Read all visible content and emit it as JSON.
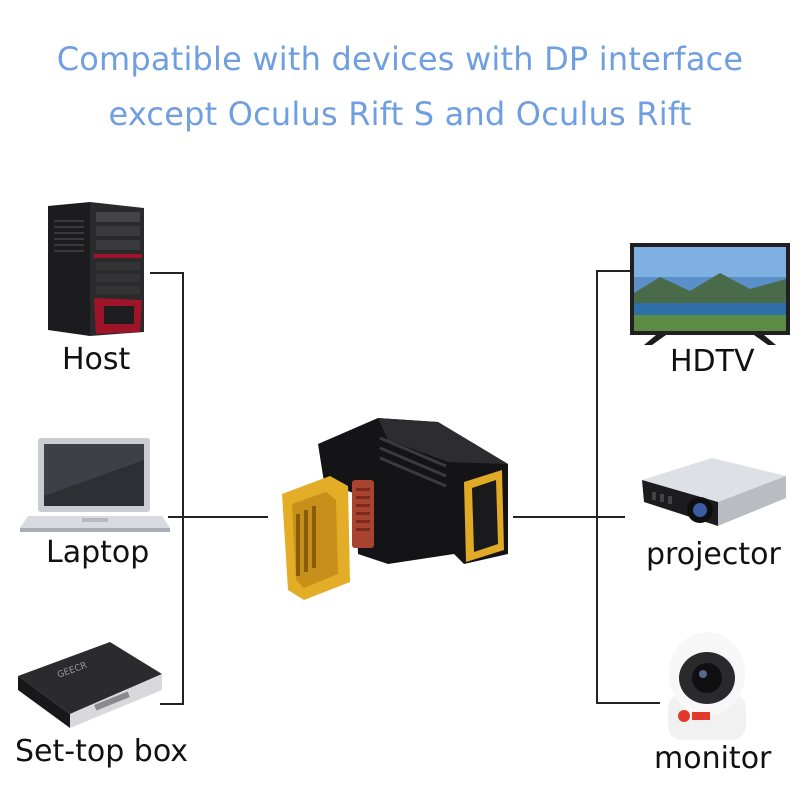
{
  "headline": {
    "line1": "Compatible with devices with DP interface",
    "line2": "except Oculus Rift S and Oculus Rift"
  },
  "sources": [
    {
      "label": "Host",
      "icon": "desktop-tower-icon"
    },
    {
      "label": "Laptop",
      "icon": "laptop-icon"
    },
    {
      "label": "Set-top box",
      "icon": "set-top-box-icon"
    }
  ],
  "displays": [
    {
      "label": "HDTV",
      "icon": "hdtv-icon"
    },
    {
      "label": "projector",
      "icon": "projector-icon"
    },
    {
      "label": "monitor",
      "icon": "security-camera-icon"
    }
  ],
  "adapter": {
    "icon": "displayport-right-angle-adapter-icon"
  },
  "colors": {
    "headline": "#6f9fe0",
    "accent_red": "#a0142a",
    "gold": "#d9a520"
  }
}
